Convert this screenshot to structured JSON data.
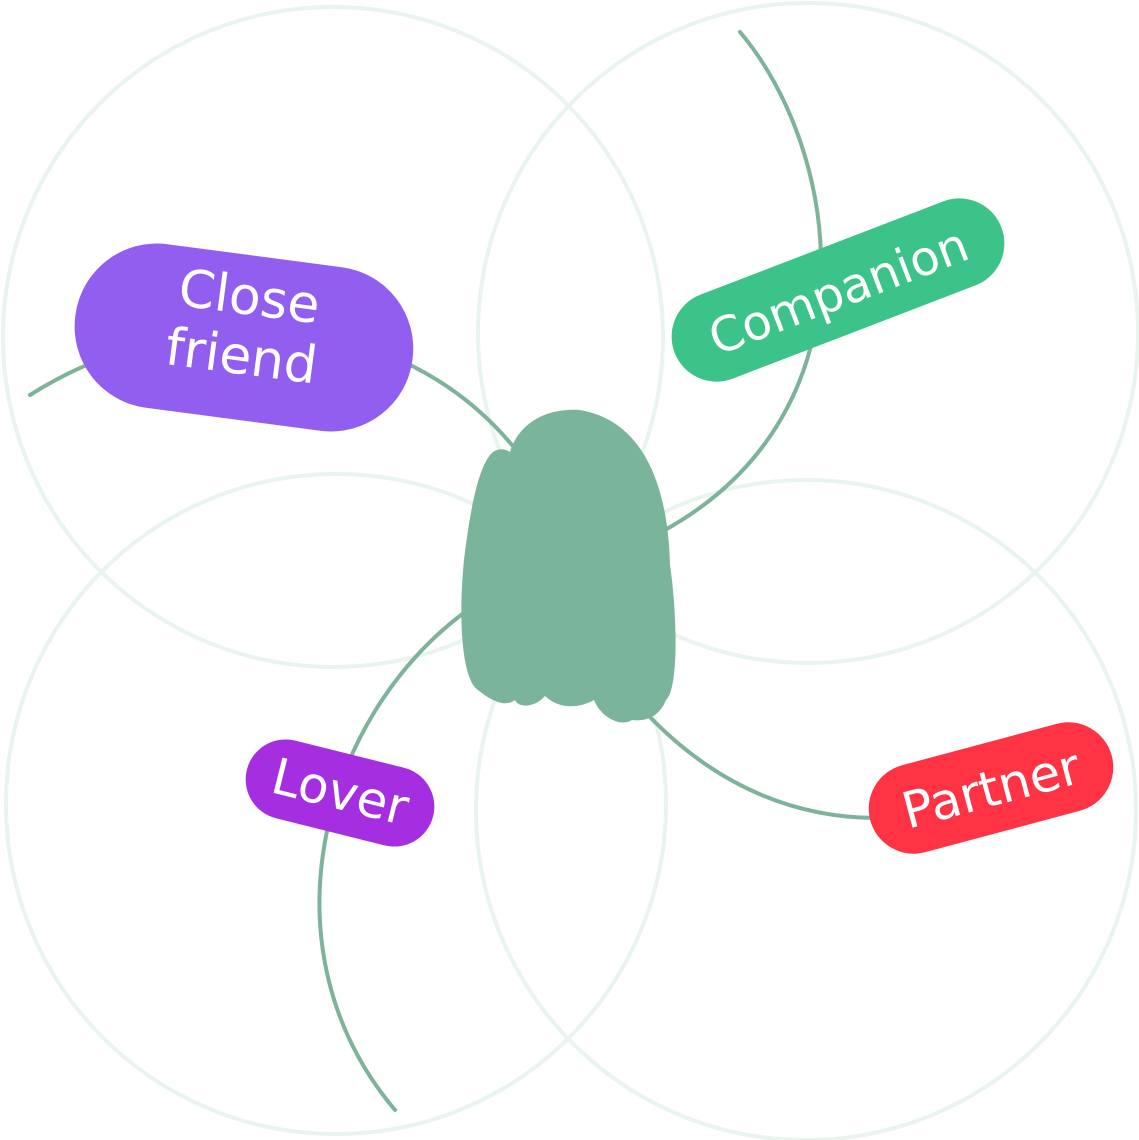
{
  "diagram": {
    "labels": {
      "close_friend_line1": "Close",
      "close_friend_line2": "friend",
      "companion": "Companion",
      "lover": "Lover",
      "partner": "Partner"
    },
    "colors": {
      "close_friend": "#925EF0",
      "companion": "#3CC38A",
      "lover": "#A52EE0",
      "partner": "#FF3344",
      "center_blob": "#7AB59B",
      "connector": "#7DB39A",
      "faint_circle": "#EAF4EE",
      "label_text": "#FFFFFF",
      "background": "#FFFFFF"
    }
  }
}
